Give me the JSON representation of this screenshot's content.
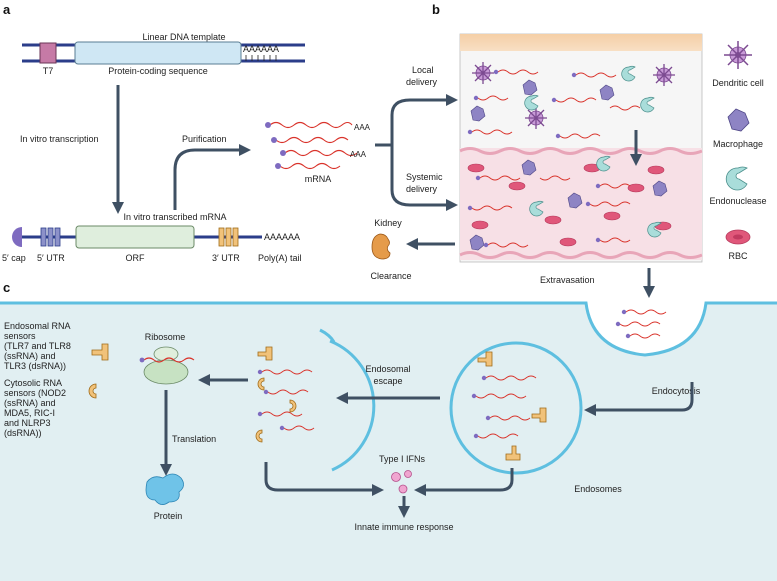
{
  "panels": {
    "a": "a",
    "b": "b",
    "c": "c"
  },
  "panel_a": {
    "template_title": "Linear DNA template",
    "t7": "T7",
    "coding_sequence": "Protein-coding sequence",
    "poly_a_template": "AAAAAA",
    "in_vitro_transcription": "In vitro transcription",
    "transcribed_title": "In vitro transcribed mRNA",
    "cap_5": "5′ cap",
    "utr_5": "5′ UTR",
    "orf": "ORF",
    "utr_3": "3′ UTR",
    "poly_a_tail": "Poly(A) tail",
    "poly_a_mrna": "AAAAAA",
    "purification": "Purification",
    "mrna": "mRNA",
    "aaa": "AAA"
  },
  "panel_b": {
    "local_delivery_1": "Local",
    "local_delivery_2": "delivery",
    "systemic_delivery_1": "Systemic",
    "systemic_delivery_2": "delivery",
    "kidney": "Kidney",
    "clearance": "Clearance",
    "extravasation": "Extravasation",
    "legend": [
      {
        "label": "Dendritic cell",
        "icon": "dendritic-cell-icon",
        "color": "#b07cc6"
      },
      {
        "label": "Macrophage",
        "icon": "macrophage-icon",
        "color": "#7e72b5"
      },
      {
        "label": "Endonuclease",
        "icon": "endonuclease-icon",
        "color": "#8fd0cf"
      },
      {
        "label": "RBC",
        "icon": "rbc-icon",
        "color": "#e0577a"
      }
    ]
  },
  "panel_c": {
    "sensors_endosomal": [
      "Endosomal RNA",
      "sensors",
      "(TLR7 and TLR8",
      "(ssRNA) and",
      "TLR3 (dsRNA))"
    ],
    "sensors_cytosolic": [
      "Cytosolic RNA",
      "sensors (NOD2",
      "(ssRNA) and",
      "MDA5, RIC-I",
      "and NLRP3",
      "(dsRNA))"
    ],
    "ribosome": "Ribosome",
    "translation": "Translation",
    "protein": "Protein",
    "endosomal_escape_1": "Endosomal",
    "endosomal_escape_2": "escape",
    "endocytosis": "Endocytosis",
    "endosomes": "Endosomes",
    "type_i_ifns": "Type I IFNs",
    "innate_immune_response": "Innate immune response"
  },
  "colors": {
    "dna_strand": "#2b3d8a",
    "coding_box": "#cfe7f4",
    "orf_box": "#dfeedd",
    "utr_box": "#8c91c9",
    "utr3_box": "#f1c27a",
    "mrna_red": "#d9332b",
    "cap_purple": "#7e6bc0",
    "vessel_pink": "#f7e0e6",
    "cytoplasm": "#e1eff2",
    "arrow": "#3f5063"
  }
}
